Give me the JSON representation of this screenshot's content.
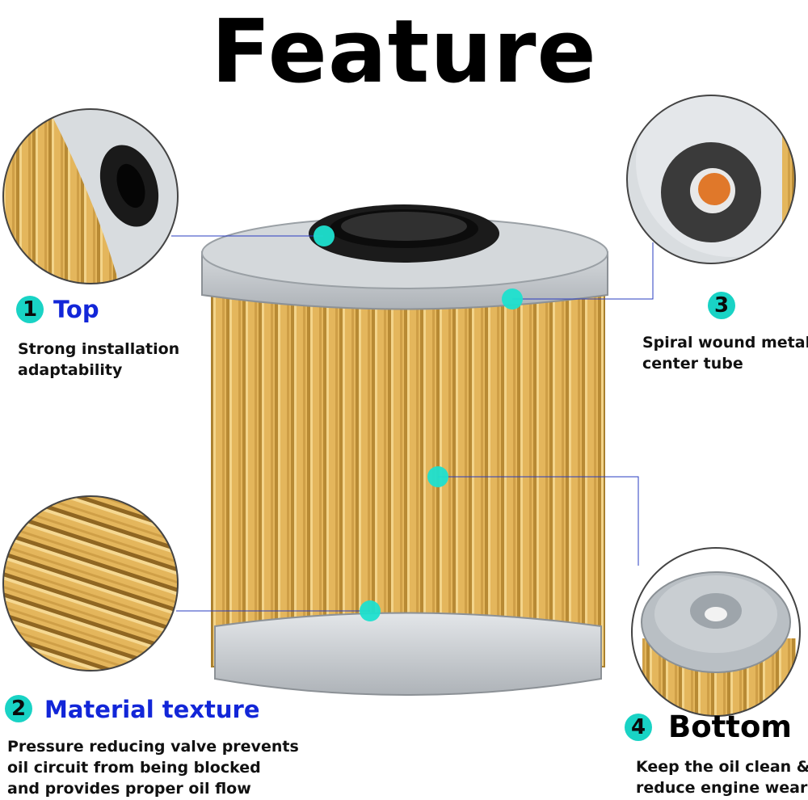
{
  "title": "Feature",
  "features": [
    {
      "number": "1",
      "heading": "Top",
      "description": [
        "Strong installation",
        "adaptability"
      ]
    },
    {
      "number": "2",
      "heading": "Material texture",
      "description": [
        "Pressure reducing valve prevents",
        "oil circuit from being blocked",
        "and provides proper oil flow"
      ]
    },
    {
      "number": "3",
      "heading": "",
      "description": [
        "Spiral wound metal",
        "center tube"
      ]
    },
    {
      "number": "4",
      "heading": "Bottom",
      "description": [
        "Keep the oil clean &",
        "reduce engine wear"
      ]
    }
  ],
  "colors": {
    "accent": "#19d3c5",
    "heading_blue": "#1226d8",
    "pleat": "#e2b55a",
    "endcap": "#c9ced2"
  },
  "icons": [
    "top-detail-icon",
    "texture-detail-icon",
    "center-tube-detail-icon",
    "bottom-detail-icon"
  ]
}
